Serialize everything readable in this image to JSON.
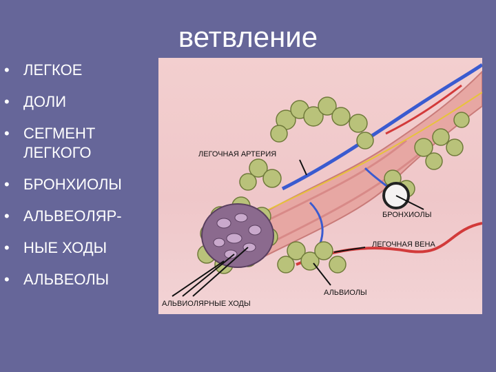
{
  "slide": {
    "title": "ветвление",
    "bullets": [
      {
        "text": "ЛЕГКОЕ"
      },
      {
        "text": "ДОЛИ"
      },
      {
        "text": "СЕГМЕНТ ЛЕГКОГО"
      },
      {
        "text": "БРОНХИОЛЫ"
      },
      {
        "text": "АЛЬВЕОЛЯР-"
      },
      {
        "text": "НЫЕ ХОДЫ"
      },
      {
        "text": "АЛЬВЕОЛЫ"
      }
    ]
  },
  "diagram": {
    "labels": {
      "pulmonary_artery": "ЛЕГОЧНАЯ АРТЕРИЯ",
      "bronchioles": "БРОНХИОЛЫ",
      "pulmonary_vein": "ЛЕГОЧНАЯ ВЕНА",
      "alveoli": "АЛЬВИОЛЫ",
      "alveolar_ducts": "АЛЬВИОЛЯРНЫЕ ХОДЫ"
    }
  },
  "colors": {
    "background": "#666699",
    "text": "#ffffff",
    "picture_bg": "#f0cacb",
    "artery": "#3a5bd0",
    "vein": "#d23a3a",
    "alveolus": "#b9c27a"
  }
}
